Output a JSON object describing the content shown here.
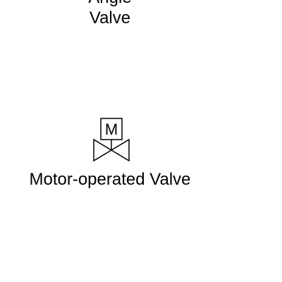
{
  "diagram": {
    "shapes": [
      {
        "id": "angle-valve",
        "label": "Angle\nValve"
      },
      {
        "id": "motor-operated-valve",
        "label": "Motor-operated Valve",
        "actuator_letter": "M"
      }
    ],
    "colors": {
      "stroke": "#000000",
      "fill": "#ffffff",
      "text": "#000000",
      "background": "#ffffff"
    }
  }
}
